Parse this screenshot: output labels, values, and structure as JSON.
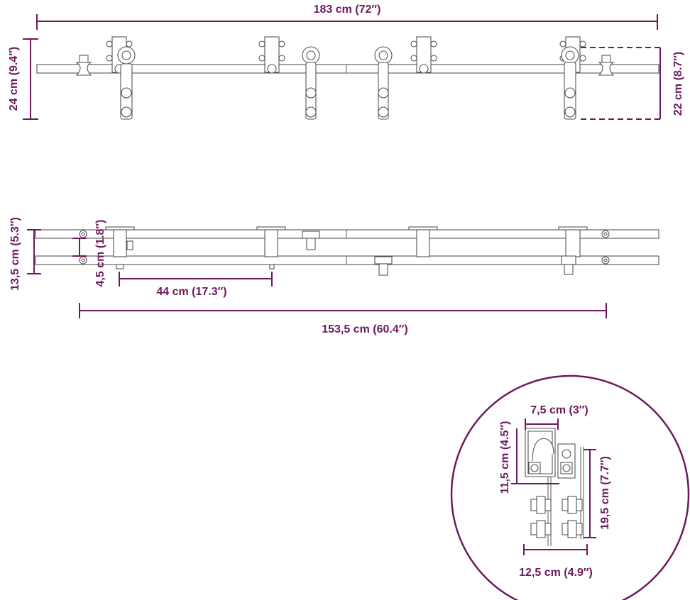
{
  "colors": {
    "dimension": "#6b1a5e",
    "drawing": "#666666",
    "background": "#ffffff"
  },
  "top_view": {
    "total_length_label": "183 cm (72″)",
    "height_label": "24 cm (9.4″)",
    "hanger_height_label": "22 cm (8.7″)"
  },
  "side_view": {
    "depth_label": "13,5 cm (5.3″)",
    "gap_label": "4,5 cm (1.8″)",
    "spacing_label": "44 cm (17.3″)",
    "span_label": "153,5 cm (60.4″)"
  },
  "detail": {
    "width_label": "7,5 cm (3″)",
    "bracket_height_label": "11,5 cm (4.5″)",
    "hanger_height_label": "19,5 cm (7.7″)",
    "base_width_label": "12,5 cm (4.9″)"
  }
}
